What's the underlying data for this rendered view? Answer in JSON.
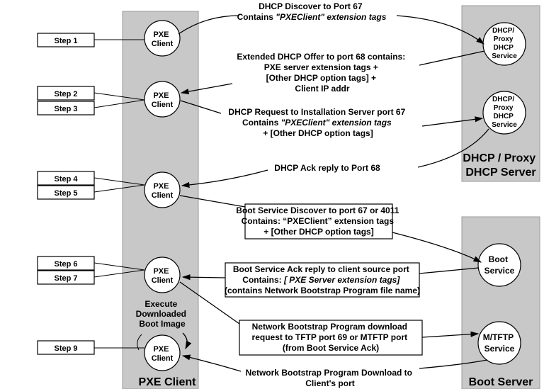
{
  "columns": {
    "pxe_client": "PXE Client",
    "dhcp_server": [
      "DHCP / Proxy",
      "DHCP Server"
    ],
    "boot_server": "Boot Server"
  },
  "steps": [
    "Step 1",
    "Step 2",
    "Step 3",
    "Step 4",
    "Step 5",
    "Step 6",
    "Step 7",
    "Step 9"
  ],
  "nodes": {
    "pxe_client": [
      "PXE",
      "Client"
    ],
    "dhcp_proxy_service": [
      "DHCP/",
      "Proxy",
      "DHCP",
      "Service"
    ],
    "boot_service": [
      "Boot",
      "Service"
    ],
    "mtftp_service": [
      "M/TFTP",
      "Service"
    ]
  },
  "execute_label": [
    "Execute",
    "Downloaded",
    "Boot Image"
  ],
  "messages": {
    "dhcp_discover": {
      "line1": "DHCP Discover to Port 67",
      "line2_prefix": "Contains  ",
      "line2_em": "\"PXEClient\" extension tags"
    },
    "dhcp_offer": [
      "Extended DHCP Offer to port 68 contains:",
      "PXE server extension tags +",
      "[Other DHCP option tags] +",
      "Client IP addr"
    ],
    "dhcp_request": {
      "line1": "DHCP Request to Installation Server port 67",
      "line2_prefix": "Contains  ",
      "line2_em": "\"PXEClient\" extension tags",
      "line3": "+ [Other DHCP option tags]"
    },
    "dhcp_ack": "DHCP Ack reply to Port 68",
    "boot_discover": [
      "Boot Service Discover to port 67 or 4011",
      "Contains: “PXEClient” extension tags",
      "+ [Other DHCP option tags]"
    ],
    "boot_ack": {
      "line1": "Boot Service Ack reply to client source port",
      "line2_prefix": "Contains: ",
      "line2_em": "[ PXE Server extension tags]",
      "line3": "(contains Network Bootstrap Program file name)"
    },
    "nbp_request": [
      "Network Bootstrap Program download",
      "request to TFTP port 69 or MTFTP port",
      "(from Boot Service Ack)"
    ],
    "nbp_download": [
      "Network Bootstrap Program Download to",
      "Client's port"
    ]
  }
}
